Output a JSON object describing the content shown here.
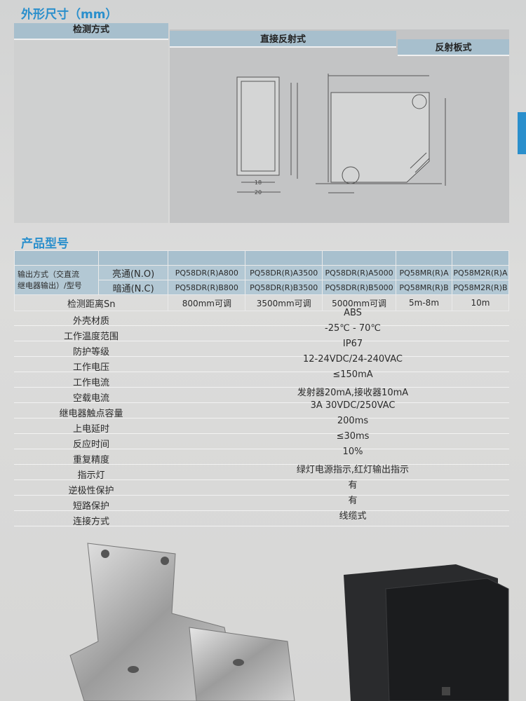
{
  "dimensions_section": {
    "title": "外形尺寸（mm）",
    "headers": {
      "method": "检测方式",
      "diffuse": "直接反射式",
      "retro": "反射板式"
    },
    "drawing_labels": {
      "width_inner": "18",
      "width_outer": "20"
    }
  },
  "models_section": {
    "title": "产品型号",
    "output_label_line1": "输出方式（交直流",
    "output_label_line2": "继电器输出）/型号",
    "no_label": "亮通(N.O)",
    "nc_label": "暗通(N.C)",
    "no_models": [
      "PQ58DR(R)A800",
      "PQ58DR(R)A3500",
      "PQ58DR(R)A5000",
      "PQ58MR(R)A",
      "PQ58M2R(R)A"
    ],
    "nc_models": [
      "PQ58DR(R)B800",
      "PQ58DR(R)B3500",
      "PQ58DR(R)B5000",
      "PQ58MR(R)B",
      "PQ58M2R(R)B"
    ],
    "distance_label": "检测距离Sn",
    "distances": [
      "800mm可调",
      "3500mm可调",
      "5000mm可调",
      "5m-8m",
      "10m"
    ],
    "specs": [
      {
        "label": "外壳材质",
        "value": "ABS"
      },
      {
        "label": "工作温度范围",
        "value": "-25℃ - 70℃"
      },
      {
        "label": "防护等级",
        "value": "IP67"
      },
      {
        "label": "工作电压",
        "value": "12-24VDC/24-240VAC"
      },
      {
        "label": "工作电流",
        "value": "≤150mA"
      },
      {
        "label": "空载电流",
        "value": "发射器20mA,接收器10mA"
      },
      {
        "label": "继电器触点容量",
        "value": "3A 30VDC/250VAC"
      },
      {
        "label": "上电延时",
        "value": "200ms"
      },
      {
        "label": "反应时间",
        "value": "≤30ms"
      },
      {
        "label": "重复精度",
        "value": "10%"
      },
      {
        "label": "指示灯",
        "value": "绿灯电源指示,红灯输出指示"
      },
      {
        "label": "逆极性保护",
        "value": "有"
      },
      {
        "label": "短路保护",
        "value": "有"
      },
      {
        "label": "连接方式",
        "value": "线缆式"
      }
    ]
  },
  "colors": {
    "accent": "#2a8fcc",
    "header_band": "#a7bfcd"
  }
}
